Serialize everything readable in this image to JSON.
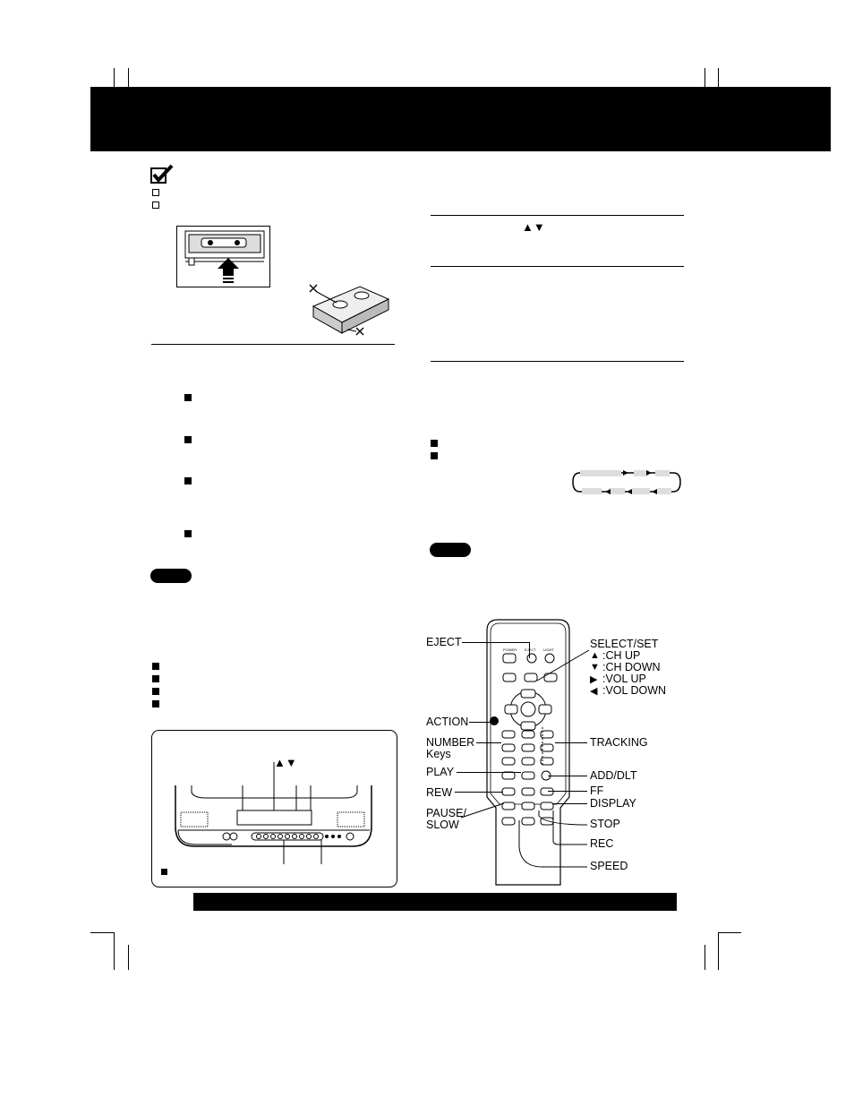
{
  "panel_label_arrows": "▲▼",
  "remote_labels": {
    "eject": "EJECT",
    "select_set": "SELECT/SET",
    "ch_up": ":CH UP",
    "ch_down": ":CH DOWN",
    "vol_up": ":VOL UP",
    "vol_down": ":VOL DOWN",
    "action": "ACTION",
    "number": "NUMBER",
    "keys": "Keys",
    "tracking": "TRACKING",
    "play": "PLAY",
    "add_dlt": "ADD/DLT",
    "rew": "REW",
    "ff": "FF",
    "pause": "PAUSE/",
    "slow": "SLOW",
    "display": "DISPLAY",
    "stop": "STOP",
    "rec": "REC",
    "speed": "SPEED"
  },
  "remote_buttons": {
    "power": "POWER",
    "eject": "EJECT",
    "light": "LIGHT"
  },
  "icons": [
    "checkmark-icon",
    "cassette-icon",
    "tv-vcr-icon",
    "remote-control-icon"
  ]
}
